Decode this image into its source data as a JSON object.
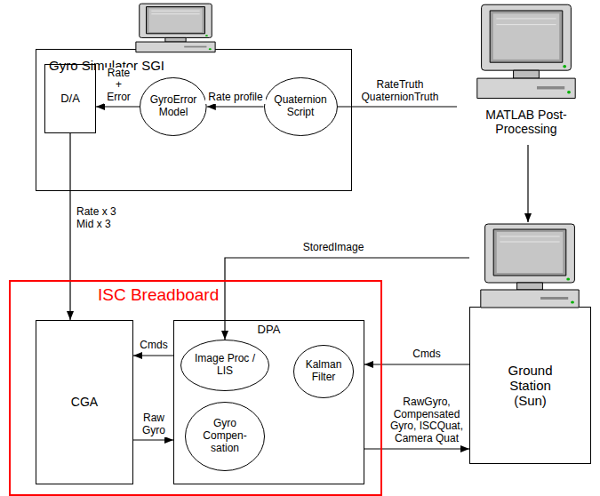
{
  "diagram": {
    "nodes": [
      {
        "text": [
          "Gyro Simulator SGI"
        ]
      },
      {
        "text": [
          "D/A"
        ],
        "in": 0
      },
      {
        "text": [
          "GyroError Model"
        ],
        "in": 0
      },
      {
        "text": [
          "Quaternion Script"
        ],
        "in": 0
      },
      {
        "text": [
          "MATLAB Post-Processing"
        ]
      },
      {
        "text": [
          "ISC Breadboard"
        ]
      },
      {
        "text": [
          "CGA"
        ],
        "in": 5
      },
      {
        "text": [
          "DPA"
        ],
        "in": 5
      },
      {
        "text": [
          "Image Proc / LIS"
        ],
        "in": 7
      },
      {
        "text": [
          "Kalman Filter"
        ],
        "in": 7
      },
      {
        "text": [
          "Gyro Compen- sation"
        ],
        "in": 7
      },
      {
        "text": [
          "Ground Station (Sun)"
        ]
      }
    ],
    "edges": [
      {
        "from": 3,
        "to": 2,
        "arrow": "to",
        "label": "Rate profile"
      },
      {
        "from": 2,
        "to": 1,
        "arrow": "to",
        "label": "Rate + Error"
      },
      {
        "from": 4,
        "to": 3,
        "arrow": "none",
        "label": "RateTruth QuaternionTruth"
      },
      {
        "from": 4,
        "to": 11,
        "arrow": "to"
      },
      {
        "from": 1,
        "to": 6,
        "arrow": "to",
        "label": "Rate x 3 Mid x 3"
      },
      {
        "from": 7,
        "to": 6,
        "arrow": "to",
        "label": "Cmds"
      },
      {
        "from": 6,
        "to": 7,
        "arrow": "to",
        "label": "Raw Gyro"
      },
      {
        "from": 11,
        "to": 7,
        "arrow": "to",
        "label": "Cmds"
      },
      {
        "from": 7,
        "to": 11,
        "arrow": "to",
        "label": "RawGyro, Compensated Gyro, ISCQuat, Camera Quat"
      },
      {
        "from": 11,
        "to": 8,
        "arrow": "to",
        "label": "StoredImage"
      }
    ]
  }
}
